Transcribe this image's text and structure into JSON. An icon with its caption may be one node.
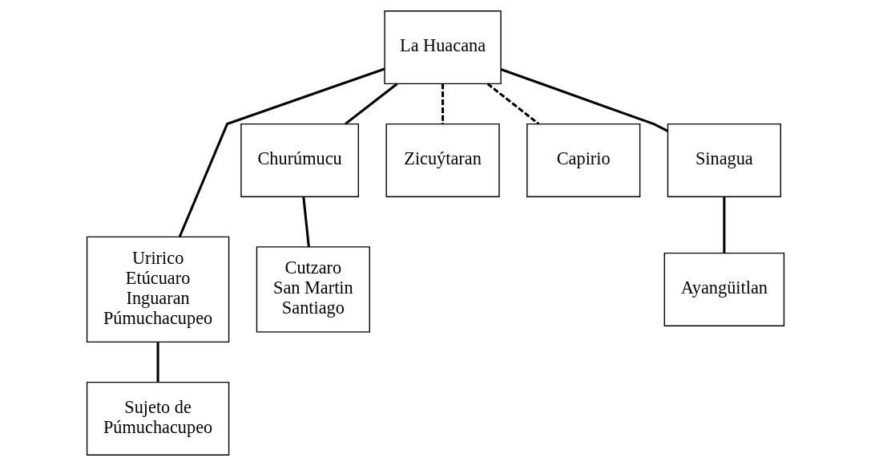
{
  "diagram": {
    "nodes": [
      {
        "text": [
          "La Huacana"
        ]
      },
      {
        "text": [
          "Churúmucu"
        ]
      },
      {
        "text": [
          "Zicuýtaran"
        ]
      },
      {
        "text": [
          "Capirio"
        ]
      },
      {
        "text": [
          "Sinagua"
        ]
      },
      {
        "text": [
          "Uririco",
          "Etúcuaro",
          "Inguaran",
          "Púmuchacupeo"
        ]
      },
      {
        "text": [
          "Cutzaro",
          "San Martin",
          "Santiago"
        ]
      },
      {
        "text": [
          "Ayangüitlan"
        ]
      },
      {
        "text": [
          "Sujeto de Púmuchacupeo"
        ]
      }
    ],
    "edges": [
      {
        "from": 0,
        "to": 5,
        "arrow": "none"
      },
      {
        "from": 0,
        "to": 1,
        "arrow": "none"
      },
      {
        "from": 0,
        "to": 2,
        "arrow": "none",
        "style": "dashed"
      },
      {
        "from": 0,
        "to": 3,
        "arrow": "none",
        "style": "dashed"
      },
      {
        "from": 0,
        "to": 4,
        "arrow": "none"
      },
      {
        "from": 1,
        "to": 6,
        "arrow": "none"
      },
      {
        "from": 4,
        "to": 7,
        "arrow": "none"
      },
      {
        "from": 5,
        "to": 8,
        "arrow": "none"
      }
    ]
  }
}
